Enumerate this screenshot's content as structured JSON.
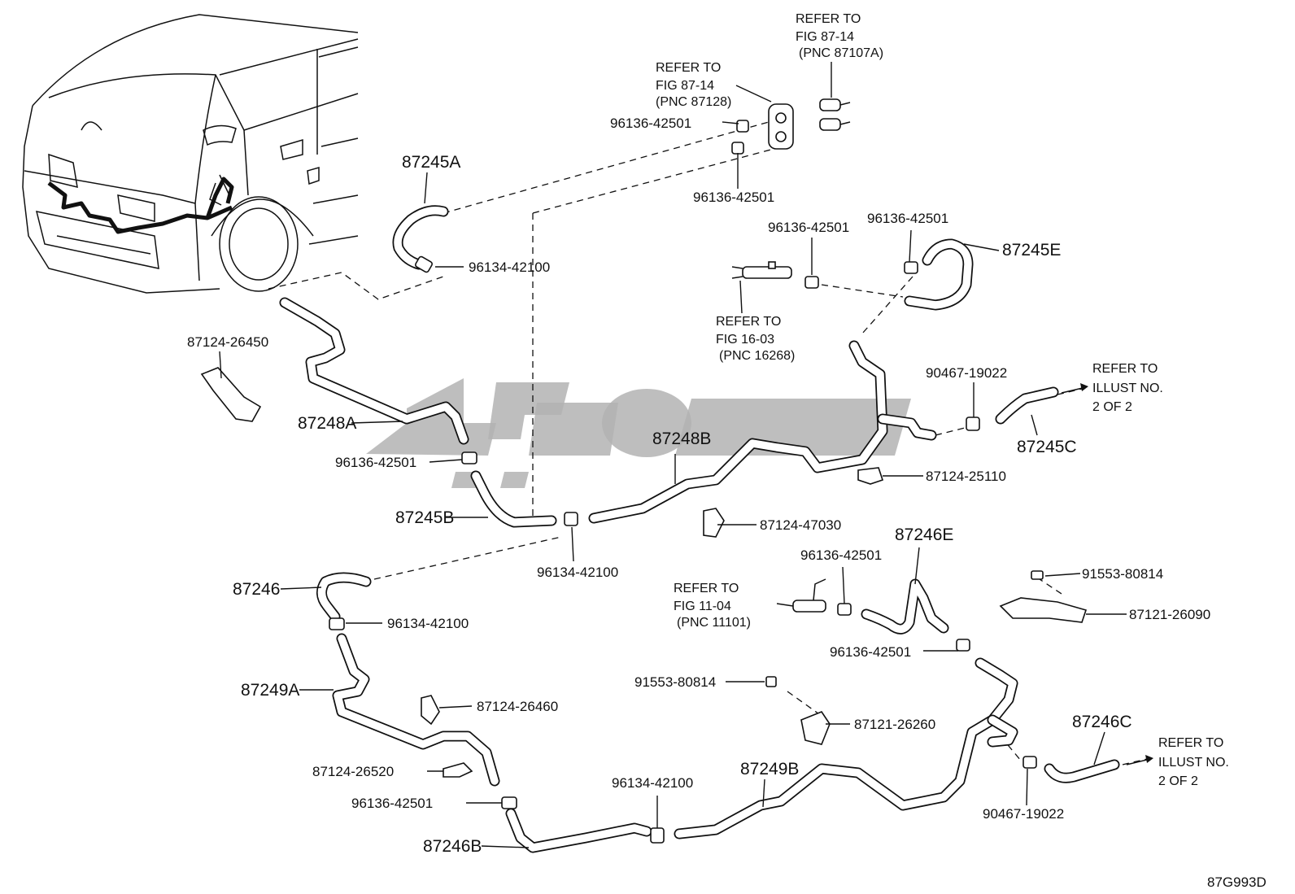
{
  "diagram_code": "87G993D",
  "references": {
    "ref_87107a": {
      "line1": "REFER TO",
      "line2": "FIG 87-14",
      "line3": "(PNC 87107A)"
    },
    "ref_87128": {
      "line1": "REFER TO",
      "line2": "FIG 87-14",
      "line3": "(PNC 87128)"
    },
    "ref_16268": {
      "line1": "REFER TO",
      "line2": "FIG 16-03",
      "line3": "(PNC 16268)"
    },
    "ref_11101": {
      "line1": "REFER TO",
      "line2": "FIG 11-04",
      "line3": "(PNC 11101)"
    },
    "ref_illust_upper": {
      "line1": "REFER TO",
      "line2": "ILLUST NO.",
      "line3": "2 OF 2"
    },
    "ref_illust_lower": {
      "line1": "REFER TO",
      "line2": "ILLUST NO.",
      "line3": "2 OF 2"
    }
  },
  "parts": {
    "p87245A": "87245A",
    "p96134_42100_a": "96134-42100",
    "p96136_42501_a": "96136-42501",
    "p96136_42501_b": "96136-42501",
    "p96136_42501_c": "96136-42501",
    "p96136_42501_d": "96136-42501",
    "p87245E": "87245E",
    "p87124_26450": "87124-26450",
    "p87248A": "87248A",
    "p96136_42501_e": "96136-42501",
    "p90467_19022_a": "90467-19022",
    "p87245C": "87245C",
    "p87248B": "87248B",
    "p87124_25110": "87124-25110",
    "p87245B": "87245B",
    "p87124_47030": "87124-47030",
    "p96134_42100_b": "96134-42100",
    "p87246E": "87246E",
    "p96136_42501_f": "96136-42501",
    "p91553_80814_a": "91553-80814",
    "p87246": "87246",
    "p87121_26090": "87121-26090",
    "p96134_42100_c": "96134-42100",
    "p96136_42501_g": "96136-42501",
    "p87249A": "87249A",
    "p91553_80814_b": "91553-80814",
    "p87124_26460": "87124-26460",
    "p87121_26260": "87121-26260",
    "p87246C": "87246C",
    "p87249B": "87249B",
    "p87124_26520": "87124-26520",
    "p96134_42100_d": "96134-42100",
    "p96136_42501_h": "96136-42501",
    "p90467_19022_b": "90467-19022",
    "p87246B": "87246B"
  }
}
